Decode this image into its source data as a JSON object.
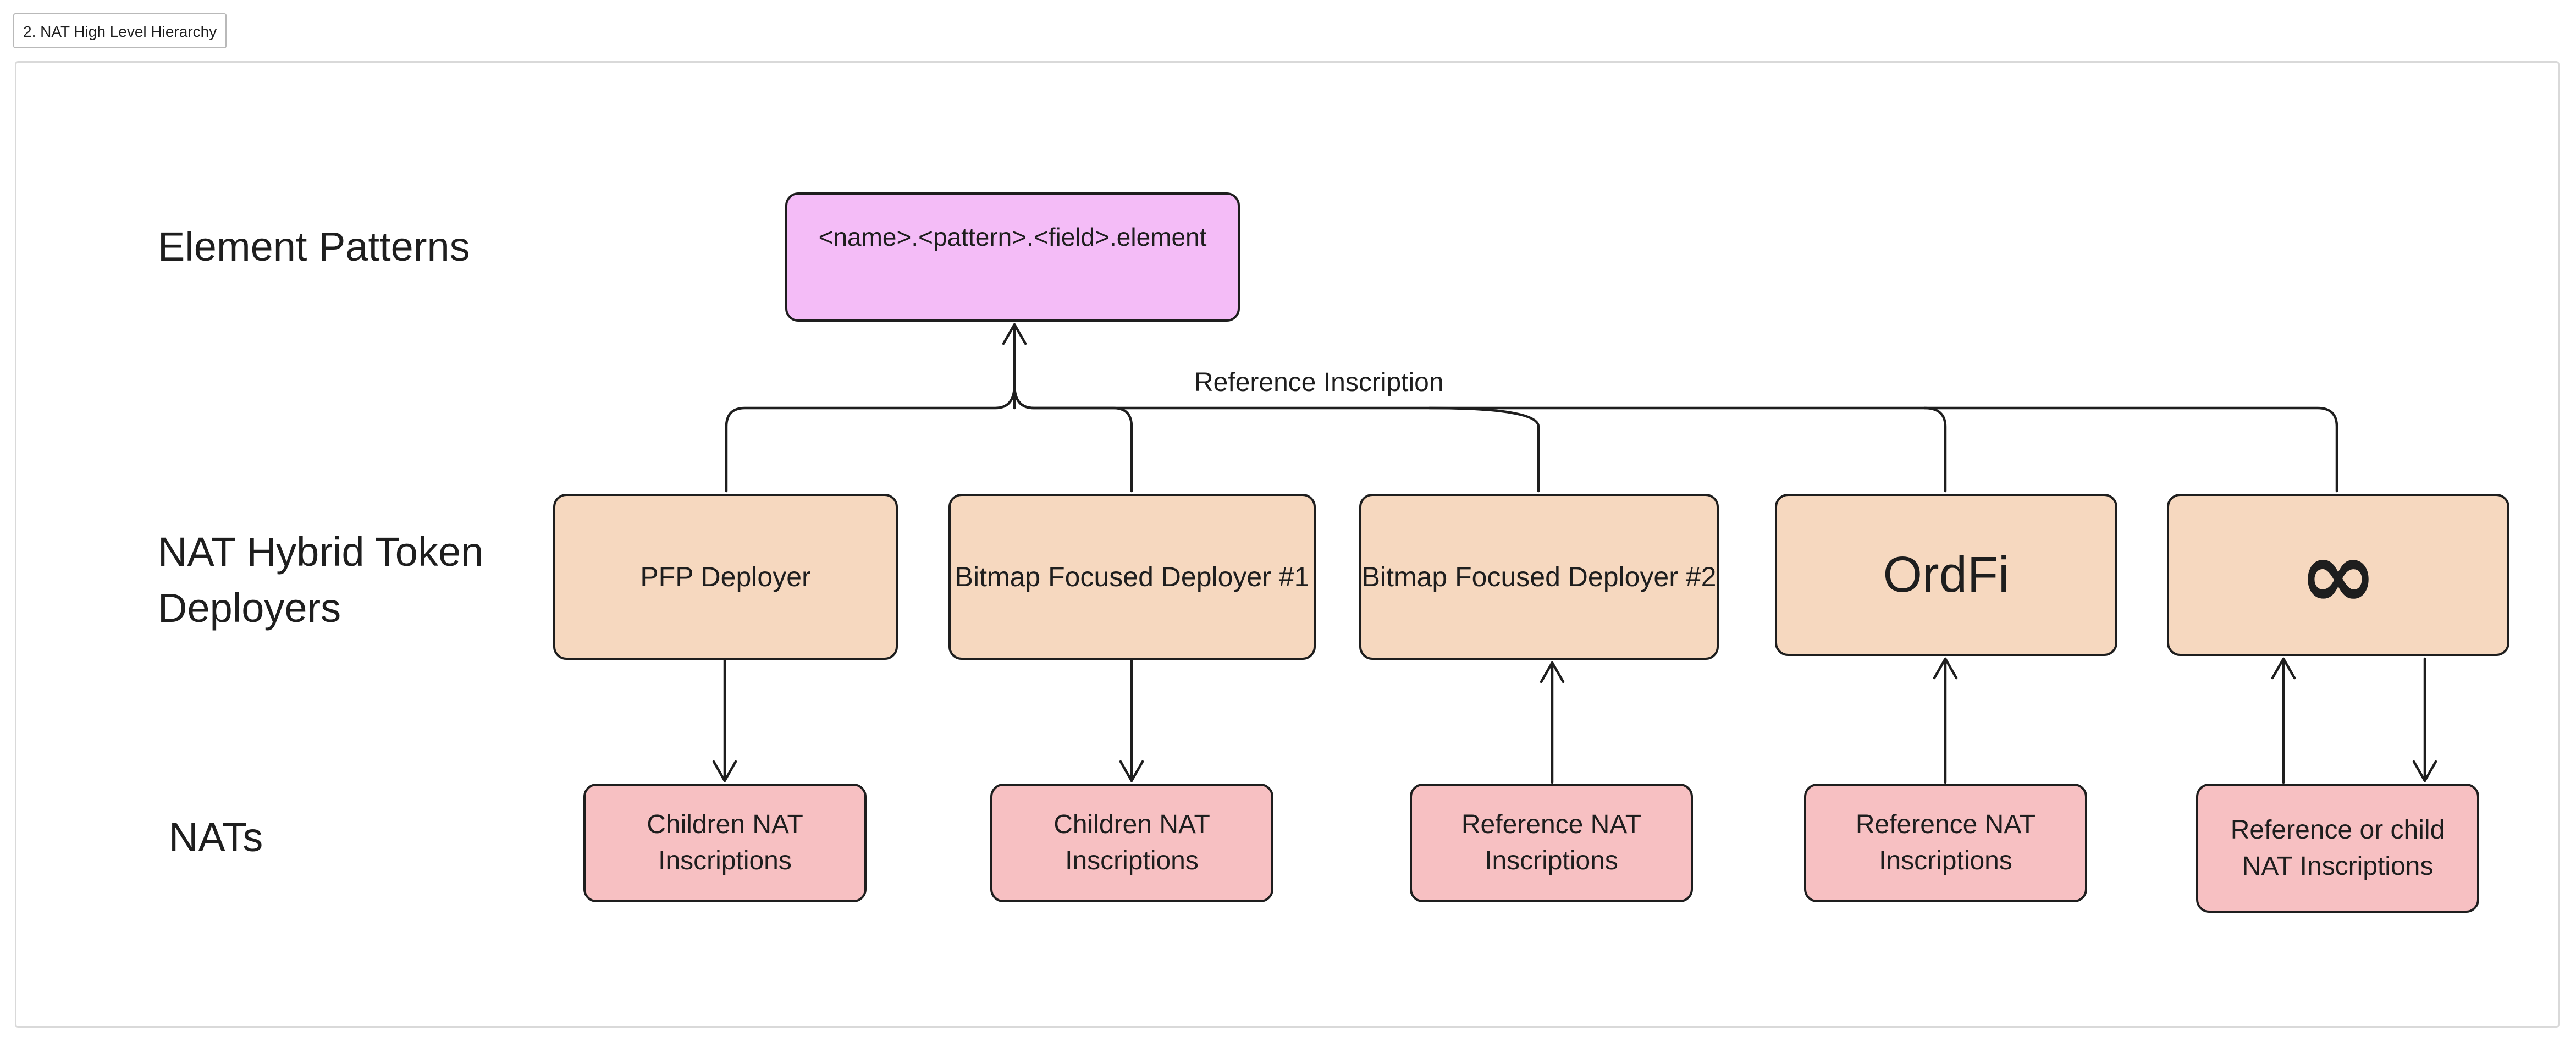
{
  "frame": {
    "title": "2. NAT High Level Hierarchy"
  },
  "rows": {
    "elements": "Element Patterns",
    "deployers": "NAT Hybrid Token\nDeployers",
    "nats": "NATs"
  },
  "nodes": {
    "element": "<name>.<pattern>.<field>.element",
    "deployers": [
      "PFP Deployer",
      "Bitmap Focused Deployer #1",
      "Bitmap Focused Deployer #2",
      "OrdFi",
      "∞"
    ],
    "nats": [
      "Children NAT\nInscriptions",
      "Children NAT\nInscriptions",
      "Reference NAT\nInscriptions",
      "Reference NAT\nInscriptions",
      "Reference or child\nNAT Inscriptions"
    ]
  },
  "edges": {
    "reference_label": "Reference Inscription"
  },
  "colors": {
    "element_fill": "#f4bcf7",
    "deployer_fill": "#f6d8bf",
    "nat_fill": "#f7c0c2",
    "stroke": "#1e1e1e"
  }
}
